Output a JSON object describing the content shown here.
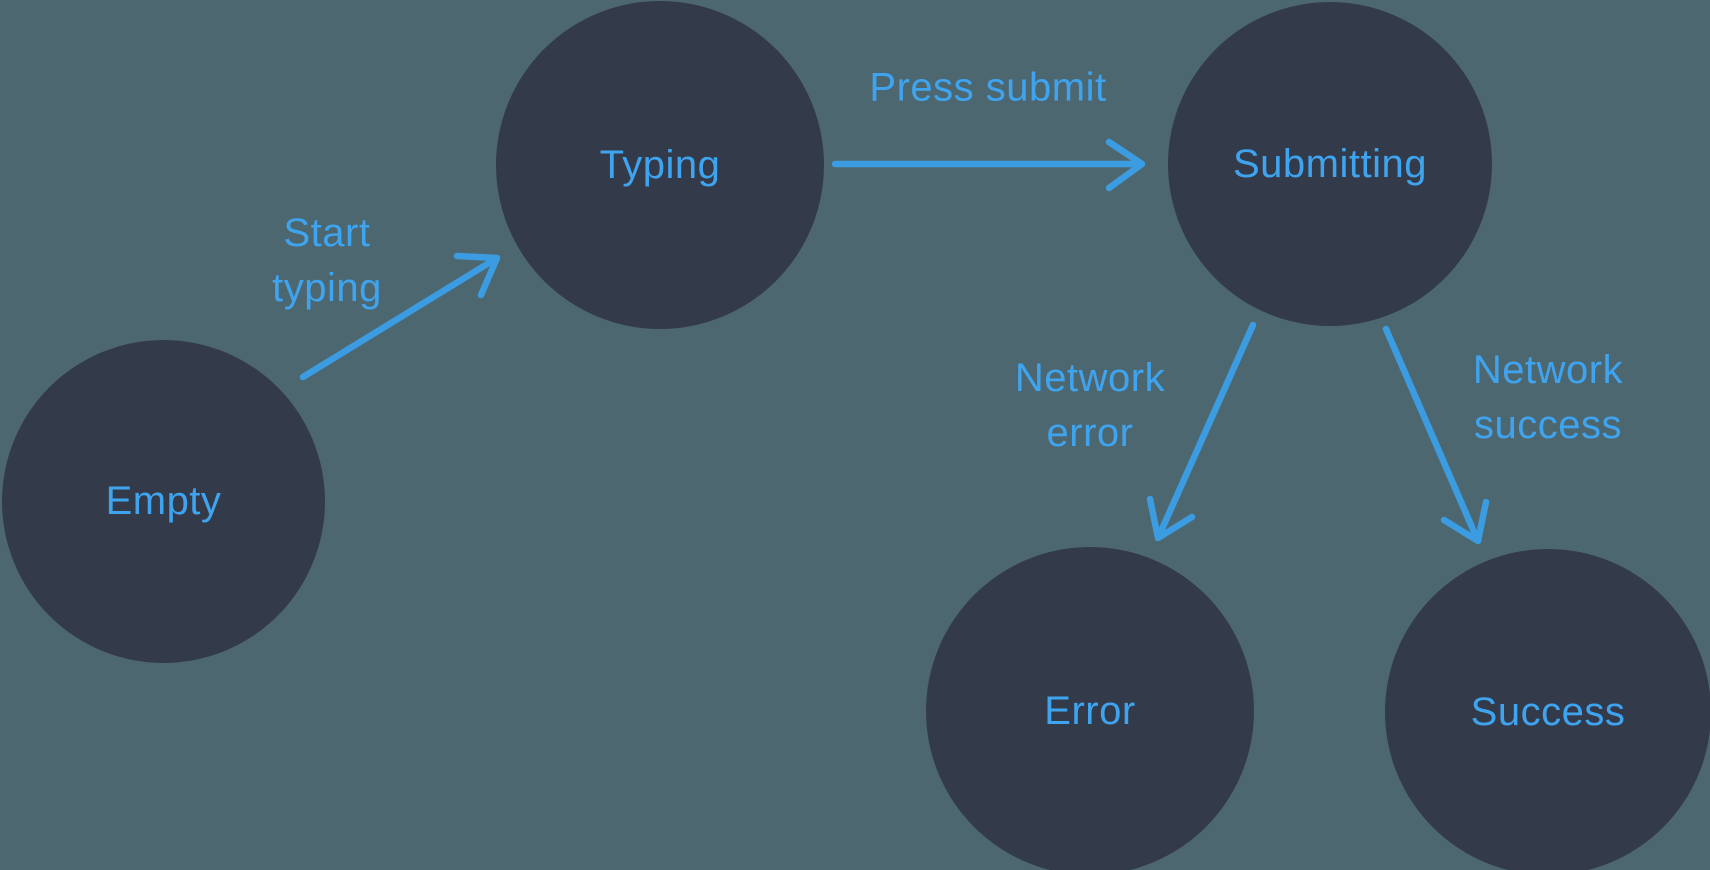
{
  "colors": {
    "background": "#4d6770",
    "node": "#333b4a",
    "label": "#3fa4ef",
    "arrow": "#3b9ce2"
  },
  "diagram": {
    "type": "state-machine",
    "states": [
      {
        "label": "Empty"
      },
      {
        "label": "Typing"
      },
      {
        "label": "Submitting"
      },
      {
        "label": "Error"
      },
      {
        "label": "Success"
      }
    ],
    "transitions": [
      {
        "from": "Empty",
        "to": "Typing",
        "label": "Start typing",
        "label_lines": [
          "Start",
          "typing"
        ]
      },
      {
        "from": "Typing",
        "to": "Submitting",
        "label": "Press submit",
        "label_lines": [
          "Press submit"
        ]
      },
      {
        "from": "Submitting",
        "to": "Error",
        "label": "Network error",
        "label_lines": [
          "Network",
          "error"
        ]
      },
      {
        "from": "Submitting",
        "to": "Success",
        "label": "Network success",
        "label_lines": [
          "Network",
          "success"
        ]
      }
    ]
  }
}
